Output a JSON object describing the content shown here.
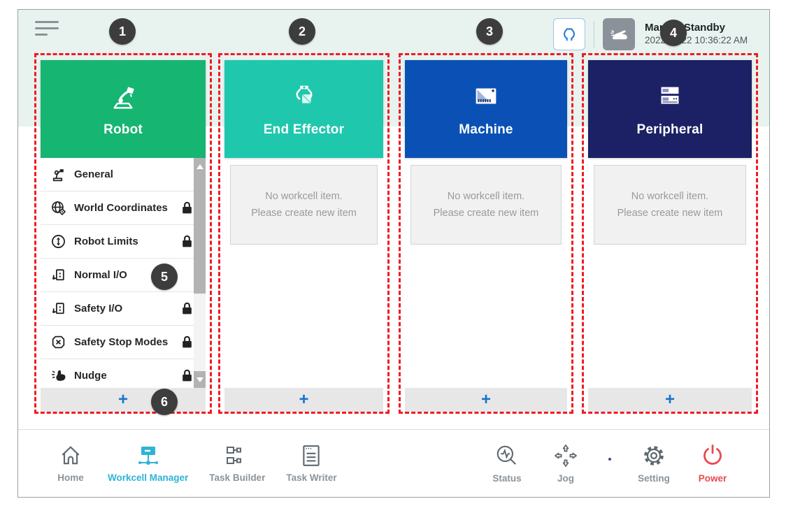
{
  "topbar": {
    "status_title": "Manual Standby",
    "status_time": "2022.02.22 10:36:22 AM"
  },
  "columns": [
    {
      "title": "Robot",
      "color": "#16b572",
      "add_button": "+",
      "items": [
        {
          "label": "General",
          "icon": "robot-general-icon",
          "locked": false
        },
        {
          "label": "World Coordinates",
          "icon": "world-coordinates-icon",
          "locked": true
        },
        {
          "label": "Robot Limits",
          "icon": "robot-limits-icon",
          "locked": true
        },
        {
          "label": "Normal I/O",
          "icon": "normal-io-icon",
          "locked": false
        },
        {
          "label": "Safety I/O",
          "icon": "safety-io-icon",
          "locked": true
        },
        {
          "label": "Safety Stop Modes",
          "icon": "safety-stop-icon",
          "locked": true
        },
        {
          "label": "Nudge",
          "icon": "nudge-icon",
          "locked": true
        }
      ]
    },
    {
      "title": "End Effector",
      "color": "#1fc8ad",
      "add_button": "+",
      "empty": {
        "line1": "No workcell item.",
        "line2": "Please create new item"
      }
    },
    {
      "title": "Machine",
      "color": "#0b51b5",
      "add_button": "+",
      "empty": {
        "line1": "No workcell item.",
        "line2": "Please create new item"
      }
    },
    {
      "title": "Peripheral",
      "color": "#1b2164",
      "add_button": "+",
      "empty": {
        "line1": "No workcell item.",
        "line2": "Please create new item"
      }
    }
  ],
  "footer": {
    "left": [
      {
        "label": "Home",
        "active": false
      },
      {
        "label": "Workcell Manager",
        "active": true
      },
      {
        "label": "Task Builder",
        "active": false
      },
      {
        "label": "Task Writer",
        "active": false
      }
    ],
    "right": [
      {
        "label": "Status"
      },
      {
        "label": "Jog"
      },
      {
        "label": "Setting"
      },
      {
        "label": "Power"
      }
    ]
  },
  "annotations": {
    "badges": [
      "1",
      "2",
      "3",
      "4",
      "5",
      "6"
    ],
    "dash_color": "#ee1c25",
    "badge_color": "#3d3d3d"
  },
  "colors": {
    "robot_green": "#16b572",
    "end_effector_teal": "#1fc8ad",
    "machine_blue": "#0b51b5",
    "peripheral_navy": "#1b2164",
    "active_nav": "#2fb3d6",
    "power_red": "#e9494f",
    "plus_blue": "#1a74c9",
    "top_band_mint": "#e8f3ef"
  }
}
